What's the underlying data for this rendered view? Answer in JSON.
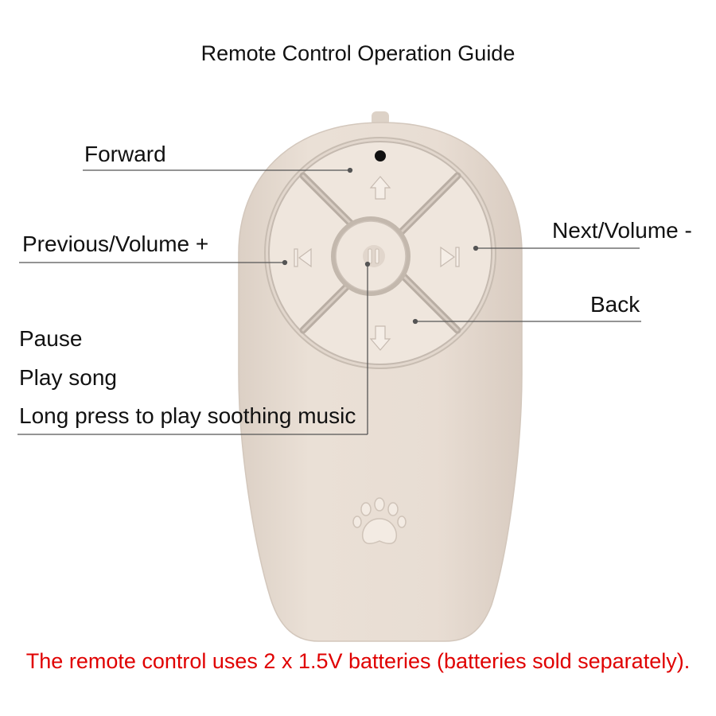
{
  "title": "Remote Control Operation Guide",
  "labels": {
    "forward": "Forward",
    "previous_volume_up": "Previous/Volume +",
    "next_volume_down": "Next/Volume -",
    "back": "Back",
    "pause": "Pause",
    "play_song": "Play song",
    "long_press": "Long press to play soothing music"
  },
  "battery_note": "The remote control uses 2 x 1.5V batteries (batteries sold separately).",
  "colors": {
    "body": "#e8ddd3",
    "button": "#efe6dd",
    "groove": "#b9aea4",
    "note": "#e00000",
    "leader": "#555555"
  },
  "icons": [
    "up-arrow-icon",
    "down-arrow-icon",
    "previous-icon",
    "next-icon",
    "pause-icon",
    "paw-icon",
    "indicator-dot-icon"
  ]
}
